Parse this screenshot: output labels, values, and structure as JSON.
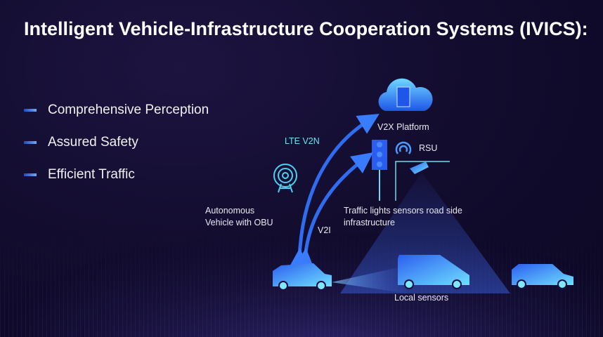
{
  "title": "Intelligent Vehicle-Infrastructure Cooperation Systems (IVICS):",
  "bullets": [
    "Comprehensive Perception",
    "Assured Safety",
    "Efficient Traffic"
  ],
  "diagram": {
    "v2x_platform": "V2X Platform",
    "lte_v2n": "LTE V2N",
    "rsu": "RSU",
    "obu_label": "Autonomous Vehicle with OBU",
    "infra_label": "Traffic lights sensors road side infrastructure",
    "v2i": "V2I",
    "local_sensors": "Local sensors"
  },
  "colors": {
    "accent": "#2f6cf0",
    "cyan": "#6fe0f0",
    "background": "#120c2e"
  }
}
